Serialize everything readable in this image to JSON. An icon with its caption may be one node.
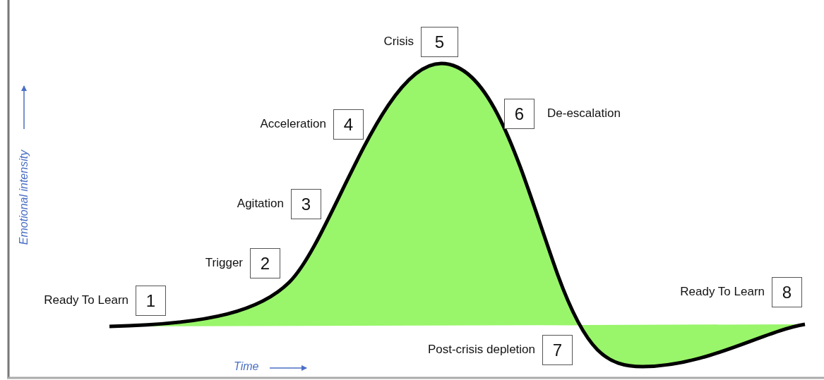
{
  "diagram": {
    "nodes": [
      {
        "text": [
          "1"
        ],
        "beside": [
          "Ready To Learn"
        ]
      },
      {
        "text": [
          "2"
        ],
        "beside": [
          "Trigger"
        ]
      },
      {
        "text": [
          "3"
        ],
        "beside": [
          "Agitation"
        ]
      },
      {
        "text": [
          "4"
        ],
        "beside": [
          "Acceleration"
        ]
      },
      {
        "text": [
          "5"
        ],
        "beside": [
          "Crisis"
        ]
      },
      {
        "text": [
          "6"
        ],
        "beside": [
          "De-escalation"
        ]
      },
      {
        "text": [
          "7"
        ],
        "beside": [
          "Post-crisis depletion"
        ]
      },
      {
        "text": [
          "8"
        ],
        "beside": [
          "Ready To Learn"
        ]
      }
    ],
    "edges": [],
    "labels": [
      "Emotional intensity",
      "Time"
    ]
  }
}
